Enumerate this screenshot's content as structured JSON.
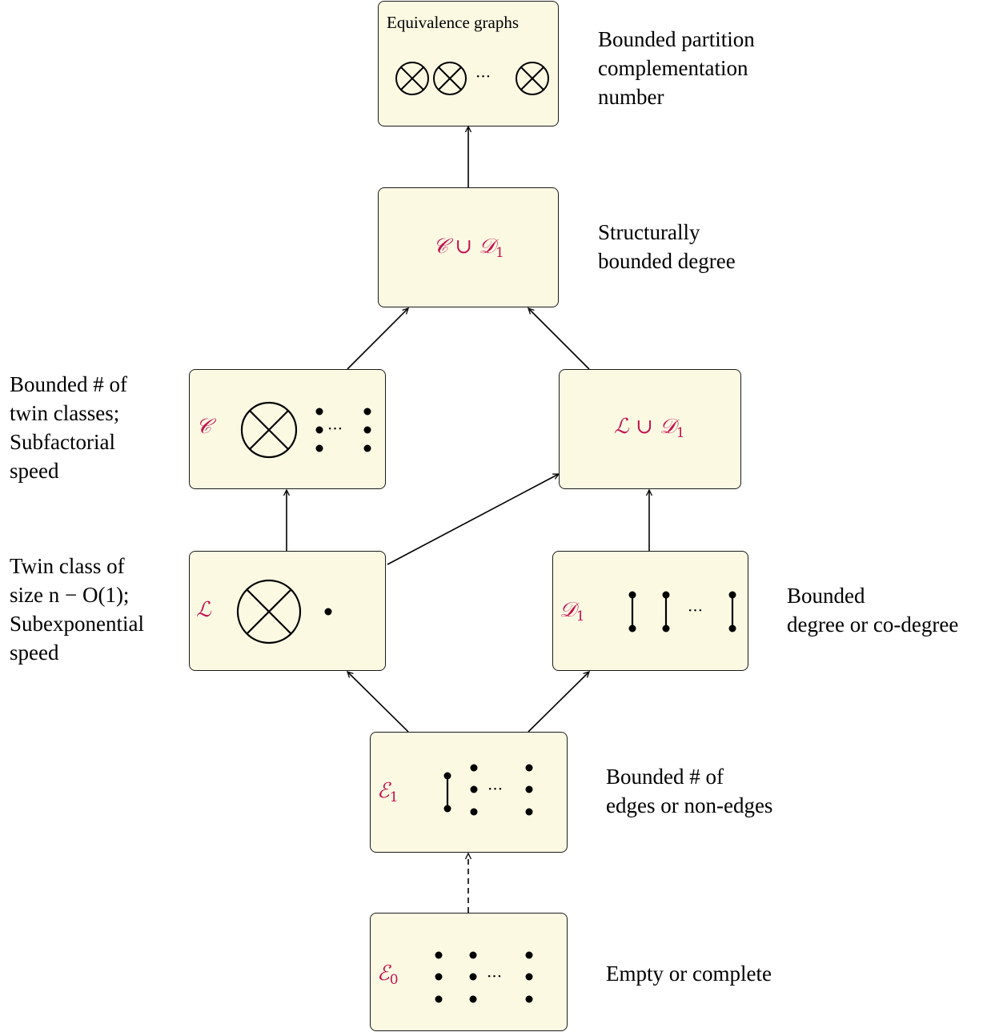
{
  "nodes": {
    "equiv": {
      "title": "Equivalence graphs"
    },
    "c_union_d1": {
      "label": "𝒞 ∪ 𝒟",
      "sub": "1"
    },
    "c": {
      "label": "𝒞"
    },
    "l_union_d1": {
      "label": "ℒ ∪ 𝒟",
      "sub": "1"
    },
    "l": {
      "label": "ℒ"
    },
    "d1": {
      "label": "𝒟",
      "sub": "1"
    },
    "e1": {
      "label": "ℰ",
      "sub": "1"
    },
    "e0": {
      "label": "ℰ",
      "sub": "0"
    }
  },
  "descriptions": {
    "equiv": [
      "Bounded partition",
      "complementation",
      "number"
    ],
    "c_union_d1": [
      "Structurally",
      "bounded degree"
    ],
    "c": [
      "Bounded # of",
      "twin classes;",
      "Subfactorial",
      "speed"
    ],
    "l": [
      "Twin class of",
      "size n − O(1);",
      "Subexponential",
      "speed"
    ],
    "d1": [
      "Bounded",
      "degree or co-degree"
    ],
    "e1": [
      "Bounded # of",
      "edges or non-edges"
    ],
    "e0": [
      "Empty or complete"
    ]
  },
  "edges": [
    {
      "from": "e0",
      "to": "e1",
      "style": "dashed"
    },
    {
      "from": "e1",
      "to": "l",
      "style": "solid"
    },
    {
      "from": "e1",
      "to": "d1",
      "style": "solid"
    },
    {
      "from": "l",
      "to": "c",
      "style": "solid"
    },
    {
      "from": "l",
      "to": "l_union_d1",
      "style": "solid"
    },
    {
      "from": "d1",
      "to": "l_union_d1",
      "style": "solid"
    },
    {
      "from": "c",
      "to": "c_union_d1",
      "style": "solid"
    },
    {
      "from": "l_union_d1",
      "to": "c_union_d1",
      "style": "solid"
    },
    {
      "from": "c_union_d1",
      "to": "equiv",
      "style": "solid"
    }
  ],
  "glyphs": {
    "ellipsis": "···"
  },
  "colors": {
    "box_fill": "#fcf9e3",
    "label": "#c4124f",
    "stroke": "#000000"
  }
}
